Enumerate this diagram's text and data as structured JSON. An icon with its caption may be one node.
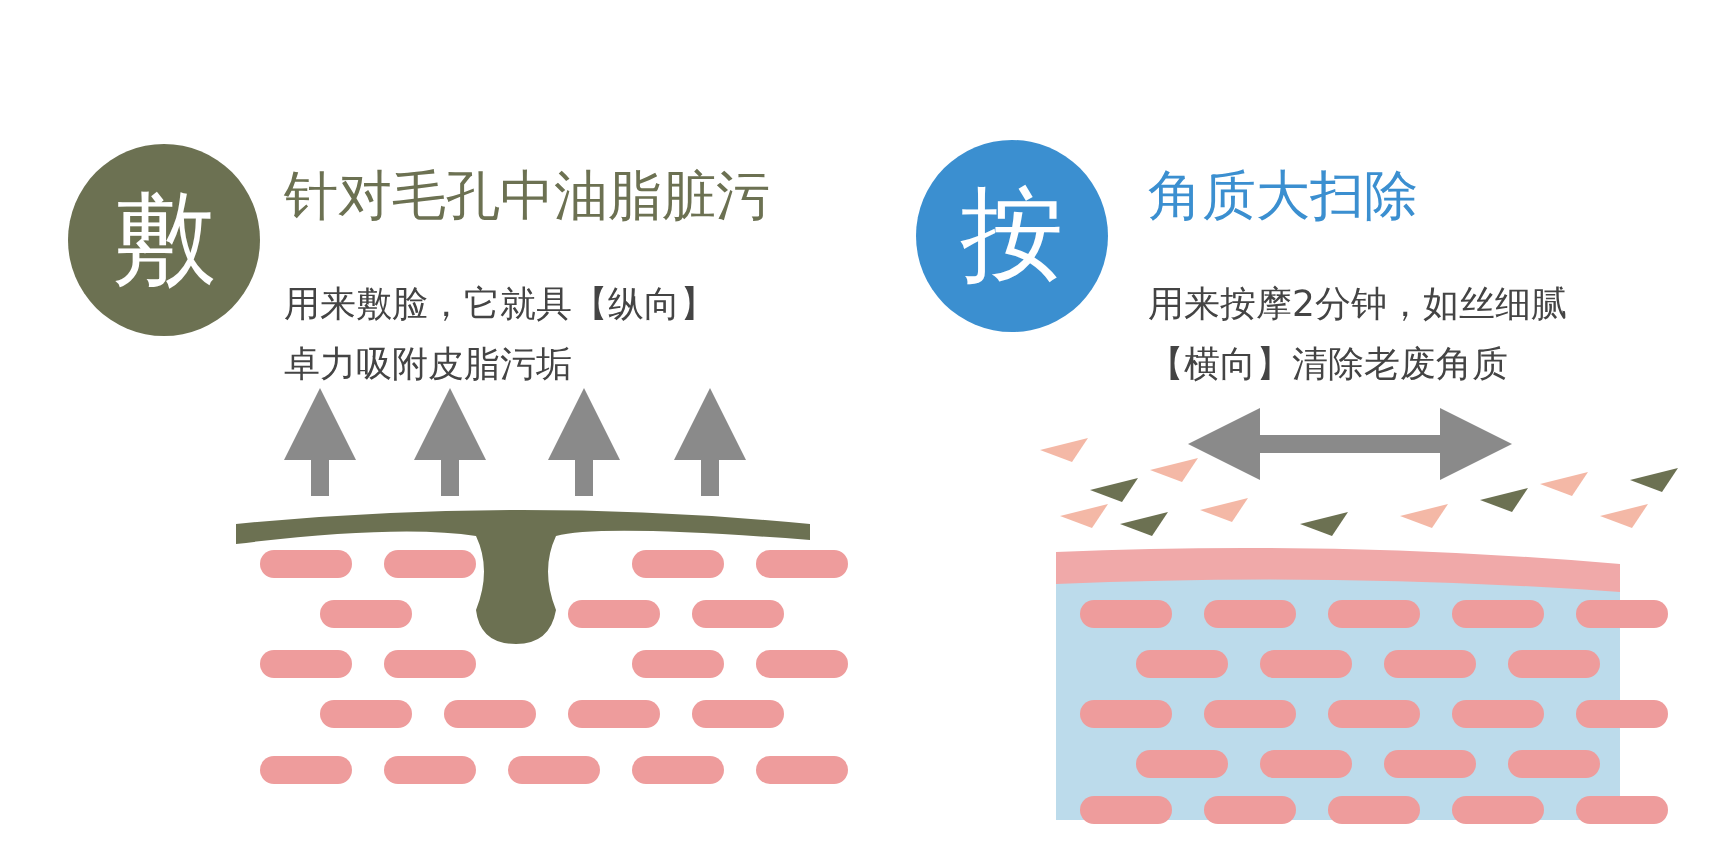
{
  "diagram": {
    "nodes": [
      {
        "text": [
          "敷"
        ]
      },
      {
        "text": [
          "按"
        ]
      }
    ],
    "labels": [
      "针对毛孔中油脂脏污",
      "用来敷脸，它就具【纵向】卓力吸附皮脂污垢",
      "角质大扫除",
      "用来按摩2分钟，如丝细腻【横向】清除老废角质"
    ]
  }
}
